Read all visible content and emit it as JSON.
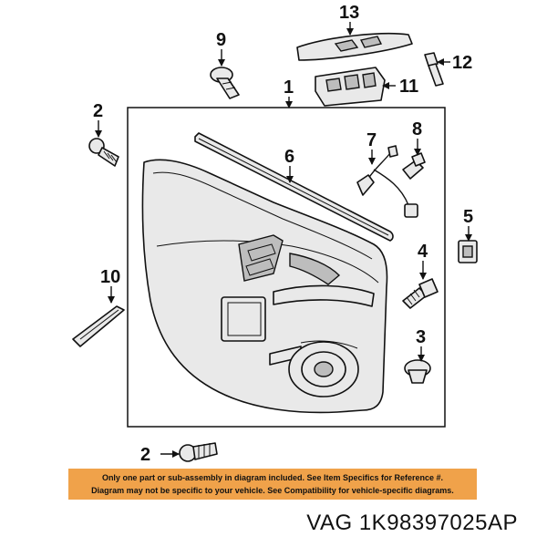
{
  "callouts": {
    "c1": "1",
    "c2a": "2",
    "c2b": "2",
    "c3": "3",
    "c4": "4",
    "c5": "5",
    "c6": "6",
    "c7": "7",
    "c8": "8",
    "c9": "9",
    "c10": "10",
    "c11": "11",
    "c12": "12",
    "c13": "13"
  },
  "disclaimer": {
    "line1": "Only one part or sub-assembly in diagram included. See Item Specifics for Reference #.",
    "line2": "Diagram may not be specific to your vehicle. See Compatibility for vehicle-specific diagrams.",
    "background": "#f0a24a"
  },
  "part_number": "VAG 1K98397025AP"
}
